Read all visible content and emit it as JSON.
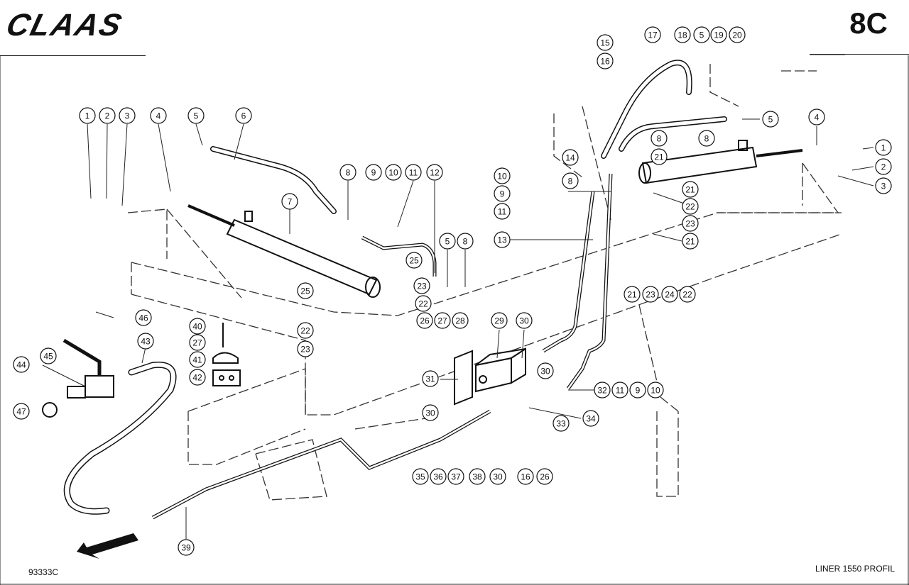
{
  "header": {
    "brand": "CLAAS",
    "page_code": "8C"
  },
  "footer": {
    "drawing_number": "93333C",
    "model": "LINER 1550 PROFIL"
  },
  "callouts": [
    {
      "id": "c1a",
      "label": "1"
    },
    {
      "id": "c2a",
      "label": "2"
    },
    {
      "id": "c3a",
      "label": "3"
    },
    {
      "id": "c4a",
      "label": "4"
    },
    {
      "id": "c5a",
      "label": "5"
    },
    {
      "id": "c6",
      "label": "6"
    },
    {
      "id": "c7",
      "label": "7"
    },
    {
      "id": "c8a",
      "label": "8"
    },
    {
      "id": "c9a",
      "label": "9"
    },
    {
      "id": "c10a",
      "label": "10"
    },
    {
      "id": "c11a",
      "label": "11"
    },
    {
      "id": "c12",
      "label": "12"
    },
    {
      "id": "c5b",
      "label": "5"
    },
    {
      "id": "c8b",
      "label": "8"
    },
    {
      "id": "c25a",
      "label": "25"
    },
    {
      "id": "c25b",
      "label": "25"
    },
    {
      "id": "c23a",
      "label": "23"
    },
    {
      "id": "c22a",
      "label": "22"
    },
    {
      "id": "c22b",
      "label": "22"
    },
    {
      "id": "c23b",
      "label": "23"
    },
    {
      "id": "c46",
      "label": "46"
    },
    {
      "id": "c40",
      "label": "40"
    },
    {
      "id": "c27a",
      "label": "27"
    },
    {
      "id": "c41",
      "label": "41"
    },
    {
      "id": "c42",
      "label": "42"
    },
    {
      "id": "c43",
      "label": "43"
    },
    {
      "id": "c44",
      "label": "44"
    },
    {
      "id": "c45",
      "label": "45"
    },
    {
      "id": "c47",
      "label": "47"
    },
    {
      "id": "c26a",
      "label": "26"
    },
    {
      "id": "c27b",
      "label": "27"
    },
    {
      "id": "c28",
      "label": "28"
    },
    {
      "id": "c29",
      "label": "29"
    },
    {
      "id": "c30a",
      "label": "30"
    },
    {
      "id": "c31",
      "label": "31"
    },
    {
      "id": "c30b",
      "label": "30"
    },
    {
      "id": "c30c",
      "label": "30"
    },
    {
      "id": "c33",
      "label": "33"
    },
    {
      "id": "c34",
      "label": "34"
    },
    {
      "id": "c35",
      "label": "35"
    },
    {
      "id": "c36",
      "label": "36"
    },
    {
      "id": "c37",
      "label": "37"
    },
    {
      "id": "c38",
      "label": "38"
    },
    {
      "id": "c30d",
      "label": "30"
    },
    {
      "id": "c16a",
      "label": "16"
    },
    {
      "id": "c26b",
      "label": "26"
    },
    {
      "id": "c32",
      "label": "32"
    },
    {
      "id": "c11b",
      "label": "11"
    },
    {
      "id": "c9b",
      "label": "9"
    },
    {
      "id": "c10b",
      "label": "10"
    },
    {
      "id": "c39",
      "label": "39"
    },
    {
      "id": "c13",
      "label": "13"
    },
    {
      "id": "c10c",
      "label": "10"
    },
    {
      "id": "c9c",
      "label": "9"
    },
    {
      "id": "c11c",
      "label": "11"
    },
    {
      "id": "c8c",
      "label": "8"
    },
    {
      "id": "c14",
      "label": "14"
    },
    {
      "id": "c8d",
      "label": "8"
    },
    {
      "id": "c15",
      "label": "15"
    },
    {
      "id": "c16b",
      "label": "16"
    },
    {
      "id": "c17",
      "label": "17"
    },
    {
      "id": "c18",
      "label": "18"
    },
    {
      "id": "c5c",
      "label": "5"
    },
    {
      "id": "c19",
      "label": "19"
    },
    {
      "id": "c20",
      "label": "20"
    },
    {
      "id": "c5d",
      "label": "5"
    },
    {
      "id": "c4b",
      "label": "4"
    },
    {
      "id": "c1b",
      "label": "1"
    },
    {
      "id": "c2b",
      "label": "2"
    },
    {
      "id": "c3b",
      "label": "3"
    },
    {
      "id": "c8e",
      "label": "8"
    },
    {
      "id": "c21a",
      "label": "21"
    },
    {
      "id": "c21b",
      "label": "21"
    },
    {
      "id": "c22c",
      "label": "22"
    },
    {
      "id": "c23c",
      "label": "23"
    },
    {
      "id": "c21c",
      "label": "21"
    },
    {
      "id": "c21d",
      "label": "21"
    },
    {
      "id": "c23d",
      "label": "23"
    },
    {
      "id": "c24",
      "label": "24"
    },
    {
      "id": "c22d",
      "label": "22"
    }
  ]
}
